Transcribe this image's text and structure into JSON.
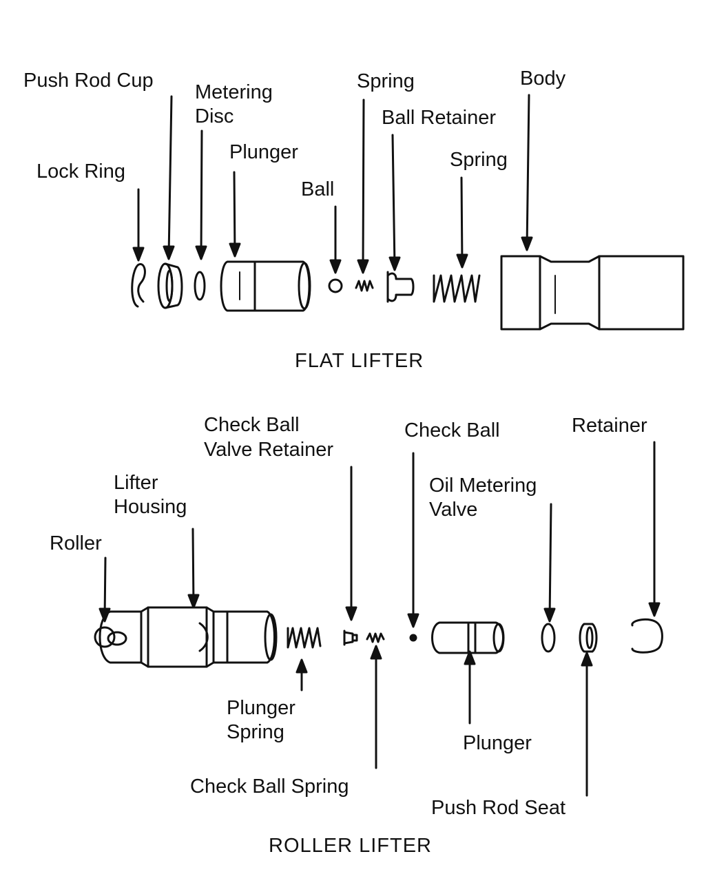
{
  "flat": {
    "caption": "FLAT LIFTER",
    "labels": {
      "push_rod_cup": "Push Rod Cup",
      "metering_disc_1": "Metering",
      "metering_disc_2": "Disc",
      "lock_ring": "Lock Ring",
      "plunger": "Plunger",
      "ball": "Ball",
      "spring_top": "Spring",
      "ball_retainer": "Ball Retainer",
      "spring_lower": "Spring",
      "body": "Body"
    }
  },
  "roller": {
    "caption": "ROLLER LIFTER",
    "labels": {
      "check_ball_valve_retainer_1": "Check Ball",
      "check_ball_valve_retainer_2": "Valve Retainer",
      "check_ball": "Check Ball",
      "retainer": "Retainer",
      "lifter_housing_1": "Lifter",
      "lifter_housing_2": "Housing",
      "oil_metering_valve_1": "Oil Metering",
      "oil_metering_valve_2": "Valve",
      "roller": "Roller",
      "plunger_spring_1": "Plunger",
      "plunger_spring_2": "Spring",
      "plunger": "Plunger",
      "check_ball_spring": "Check Ball Spring",
      "push_rod_seat": "Push Rod Seat"
    }
  }
}
